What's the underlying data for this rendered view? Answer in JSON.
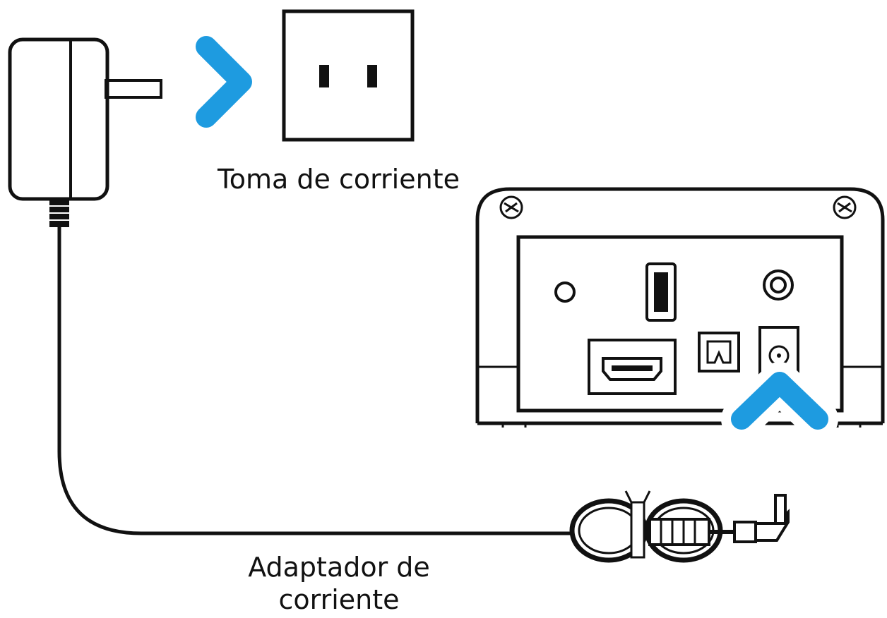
{
  "labels": {
    "outlet": "Toma de corriente",
    "adapter_line1": "Adaptador de",
    "adapter_line2": "corriente"
  },
  "colors": {
    "line": "#111111",
    "accent_arrow": "#1e9be0",
    "background": "#ffffff"
  },
  "icons": {
    "power_adapter": "power-adapter-icon",
    "outlet": "wall-outlet-icon",
    "arrow_right": "chevron-right-icon",
    "arrow_up": "chevron-up-icon",
    "device": "device-rear-panel",
    "dc_plug": "dc-barrel-plug-icon"
  }
}
